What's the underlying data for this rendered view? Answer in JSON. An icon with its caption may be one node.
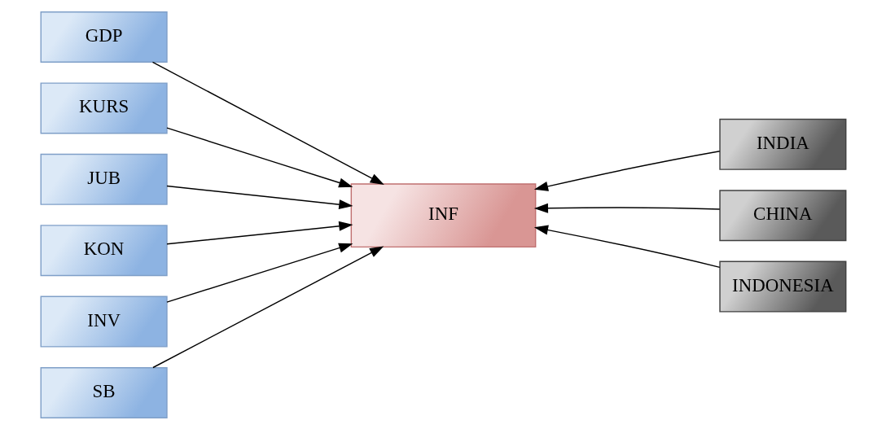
{
  "diagram": {
    "nodes": [
      {
        "text": [
          "GDP"
        ]
      },
      {
        "text": [
          "KURS"
        ]
      },
      {
        "text": [
          "JUB"
        ]
      },
      {
        "text": [
          "KON"
        ]
      },
      {
        "text": [
          "INV"
        ]
      },
      {
        "text": [
          "SB"
        ]
      },
      {
        "text": [
          "INF"
        ]
      },
      {
        "text": [
          "INDIA"
        ]
      },
      {
        "text": [
          "CHINA"
        ]
      },
      {
        "text": [
          "INDONESIA"
        ]
      }
    ],
    "edges": [
      {
        "from": 0,
        "to": 6,
        "arrow": "to"
      },
      {
        "from": 1,
        "to": 6,
        "arrow": "to"
      },
      {
        "from": 2,
        "to": 6,
        "arrow": "to"
      },
      {
        "from": 3,
        "to": 6,
        "arrow": "to"
      },
      {
        "from": 4,
        "to": 6,
        "arrow": "to"
      },
      {
        "from": 5,
        "to": 6,
        "arrow": "to"
      },
      {
        "from": 7,
        "to": 6,
        "arrow": "to"
      },
      {
        "from": 8,
        "to": 6,
        "arrow": "to"
      },
      {
        "from": 9,
        "to": 6,
        "arrow": "to"
      }
    ]
  }
}
